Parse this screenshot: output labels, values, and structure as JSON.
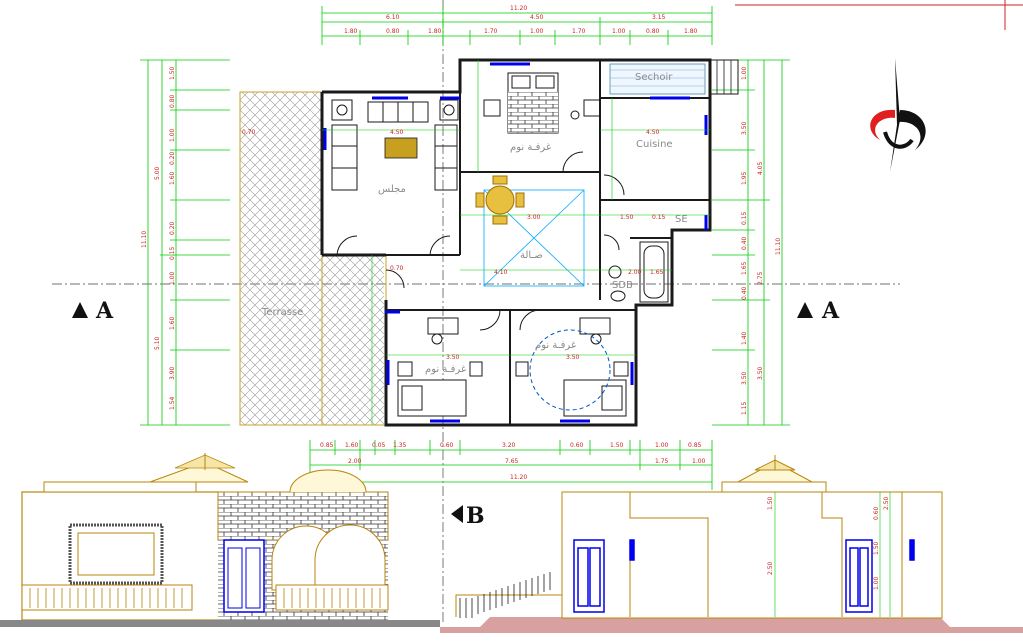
{
  "plan": {
    "rooms": {
      "sechoir": "Sechoir",
      "cuisine": "Cuisine",
      "majlis": "مجلس",
      "chambre_top": "غرفـة نوم",
      "chambre_left": "غرفـة نوم",
      "chambre_right": "غرفـة نوم",
      "salle": "صـالة",
      "terrasse": "Terrasse",
      "se": "SE",
      "sdb": "SDB"
    },
    "section_a_left": "A",
    "section_a_right": "A",
    "section_b": "B",
    "dims_top_total": "11.20",
    "dims_top_row2": [
      "6.10",
      "4.50",
      "3.15"
    ],
    "dims_top_row3": [
      "1.80",
      "0.80",
      "1.80",
      "1.70",
      "1.00",
      "1.70",
      "1.00",
      "0.80",
      "1.80"
    ],
    "dims_bottom_row1": [
      "0.85",
      "1.60",
      "0.05",
      "1.35",
      "0.60",
      "3.20",
      "0.60",
      "1.50",
      "1.00",
      "0.85"
    ],
    "dims_bottom_row2": [
      "2.00",
      "7.65",
      "1.75",
      "1.00"
    ],
    "dims_bottom_total": "11.20",
    "dims_left_outer": "11.10",
    "dims_left_mid": [
      "5.00",
      "5.10"
    ],
    "dims_left_inner": [
      "1.50",
      "0.80",
      "1.00",
      "0.20",
      "1.60",
      "0.20",
      "0.15",
      "1.00",
      "1.60",
      "3.90",
      "1.54"
    ],
    "dims_right_outer": "11.10",
    "dims_right_mid": [
      "4.05",
      "2.75",
      "3.50"
    ],
    "dims_right_inner": [
      "1.00",
      "3.50",
      "1.95",
      "0.15",
      "0.40",
      "1.65",
      "0.40",
      "1.40",
      "3.50",
      "1.15"
    ],
    "dims_interior": [
      "4.50",
      "3.00",
      "4.50",
      "4.10",
      "3.50",
      "3.50",
      "1.50",
      "0.15",
      "2.00",
      "1.65",
      "0.70",
      "0.70"
    ]
  },
  "elevations": {
    "right_dims": [
      "1.50",
      "2.50",
      "0.60",
      "1.50",
      "2.50",
      "1.00"
    ]
  },
  "colors": {
    "wall": "#1a1a1a",
    "dimension": "#00cc00",
    "dim_text": "#cc2222",
    "window": "#0000ee",
    "furniture": "#1a1a1a",
    "hatch": "#999999",
    "outline": "#c8a020",
    "ground": "#d9a0a0",
    "elevation_line": "#b8860b"
  }
}
